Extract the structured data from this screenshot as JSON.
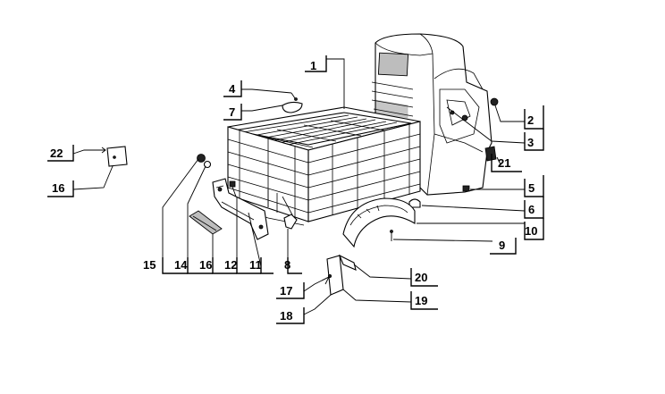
{
  "callouts": [
    {
      "id": "c1",
      "text": "1"
    },
    {
      "id": "c2",
      "text": "2"
    },
    {
      "id": "c3",
      "text": "3"
    },
    {
      "id": "c4",
      "text": "4"
    },
    {
      "id": "c5",
      "text": "5"
    },
    {
      "id": "c6",
      "text": "6"
    },
    {
      "id": "c7",
      "text": "7"
    },
    {
      "id": "c8",
      "text": "8"
    },
    {
      "id": "c9",
      "text": "9"
    },
    {
      "id": "c10",
      "text": "10"
    },
    {
      "id": "c11",
      "text": "11"
    },
    {
      "id": "c12",
      "text": "12"
    },
    {
      "id": "c14",
      "text": "14"
    },
    {
      "id": "c15",
      "text": "15"
    },
    {
      "id": "c16a",
      "text": "16"
    },
    {
      "id": "c16b",
      "text": "16"
    },
    {
      "id": "c17",
      "text": "17"
    },
    {
      "id": "c18",
      "text": "18"
    },
    {
      "id": "c19",
      "text": "19"
    },
    {
      "id": "c20",
      "text": "20"
    },
    {
      "id": "c21",
      "text": "21"
    },
    {
      "id": "c22",
      "text": "22"
    }
  ]
}
